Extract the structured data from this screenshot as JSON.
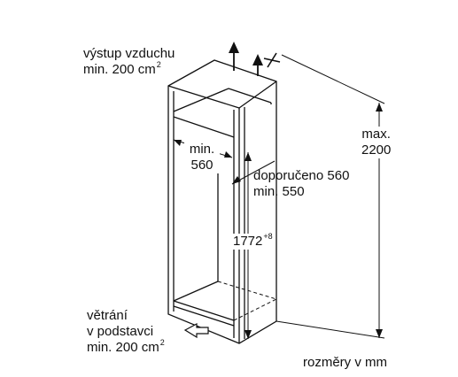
{
  "labels": {
    "air_outlet": {
      "line1": "výstup vzduchu",
      "line2_text": "min. 200 cm",
      "line2_sup": "2"
    },
    "niche_depth": {
      "line1": "min.",
      "line2": "560"
    },
    "recommended_width": {
      "line1": "doporučeno 560",
      "line2": "min. 550"
    },
    "niche_height": {
      "value": "1772",
      "sup": "+8"
    },
    "max_height": {
      "line1": "max.",
      "line2": "2200"
    },
    "plinth_vent": {
      "line1": "větrání",
      "line2": "v podstavci",
      "line3_text": "min. 200 cm",
      "line3_sup": "2"
    },
    "units_note": "rozměry v mm"
  }
}
